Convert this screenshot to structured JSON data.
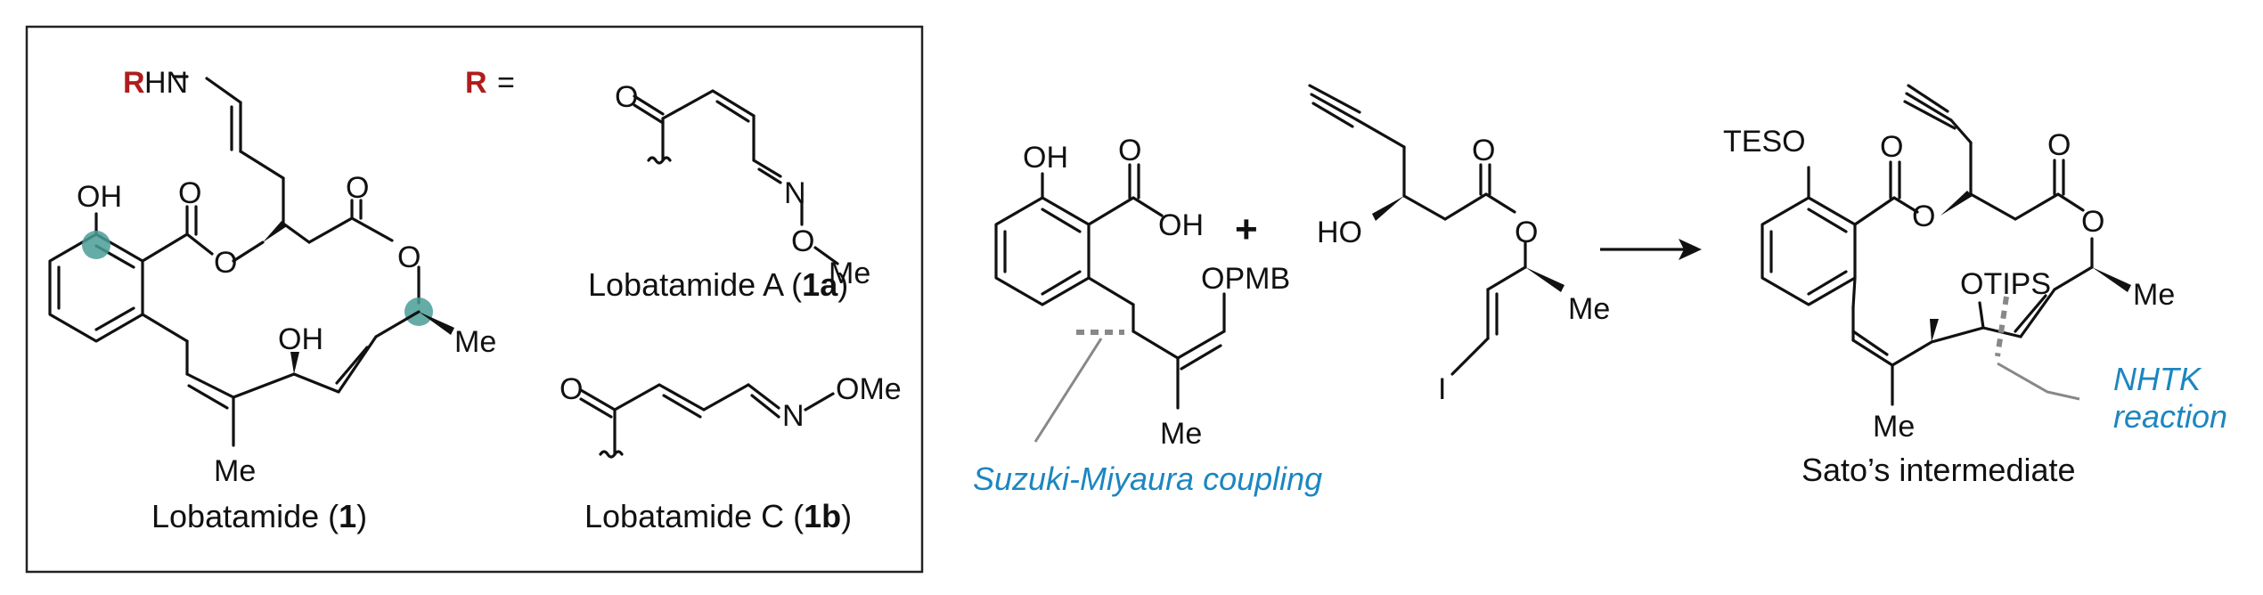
{
  "lobatamide_box": {
    "r_prefix": "R",
    "r_amine": "HN",
    "r_equals_r": "R",
    "r_equals_sign": "=",
    "oh_phenol": "OH",
    "o_carbonyl": "O",
    "o_ester": "O",
    "o_lactone_carbonyl": "O",
    "o_lactone": "O",
    "oh_allylic": "OH",
    "me_vinyl": "Me",
    "me_methine": "Me",
    "caption": {
      "text": "Lobatamide (",
      "bold": "1",
      "end": ")"
    },
    "sub_a": {
      "o": "O",
      "n": "N",
      "ome_o": "O",
      "ome_me": "Me",
      "caption_text": "Lobatamide A (",
      "caption_bold": "1a",
      "caption_end": ")"
    },
    "sub_c": {
      "o": "O",
      "n": "N",
      "ome": "OMe",
      "caption_text": "Lobatamide C (",
      "caption_bold": "1b",
      "caption_end": ")"
    }
  },
  "reagent1": {
    "oh": "OH",
    "o": "O",
    "oh_acid": "OH",
    "opmb": "OPMB",
    "me": "Me"
  },
  "plus": "+",
  "reagent2": {
    "ho": "HO",
    "o_carbonyl": "O",
    "o_ester": "O",
    "me": "Me",
    "i": "I"
  },
  "product": {
    "teso": "TESO",
    "o1": "O",
    "o2": "O",
    "o3": "O",
    "o4": "O",
    "otips": "OTIPS",
    "me_methine": "Me",
    "me_vinyl": "Me",
    "caption": "Sato’s intermediate"
  },
  "annotations": {
    "suzuki": "Suzuki-Miyaura coupling",
    "nhtk_line1": "NHTK",
    "nhtk_line2": "reaction"
  },
  "colors": {
    "r_group": "#b01c1c",
    "annotation": "#1c86bf",
    "highlight": "#4a9e98",
    "cut_line": "#888888"
  }
}
